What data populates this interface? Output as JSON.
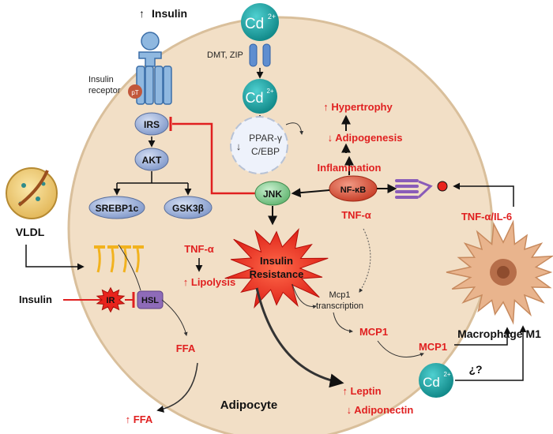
{
  "cd_ion": {
    "symbol": "Cd",
    "charge": "2+"
  },
  "transporters": "DMT, ZIP",
  "insulin": {
    "arrow": "↑",
    "label": "Insulin"
  },
  "insulin_receptor": {
    "line1": "Insulin",
    "line2": "receptor",
    "badge": "pT"
  },
  "nodes": {
    "irs": "IRS",
    "akt": "AKT",
    "srebp": "SREBP1c",
    "gsk": "GSK3β",
    "jnk": "JNK",
    "nfkb": "NF-κB",
    "ir": "IR",
    "hsl": "HSL"
  },
  "ppar": {
    "line1": "PPAR-γ",
    "line2": "C/EBP",
    "arrow": "↓"
  },
  "effects": {
    "hypertrophy": "↑ Hypertrophy",
    "adipogenesis": "↓ Adipogenesis",
    "inflammation": "Inflammation",
    "tnfa": "TNF-α",
    "tnfa_left": "TNF-α",
    "lipolysis": "↑ Lipolysis",
    "ffa": "FFA",
    "ffa_up": "↑ FFA",
    "mcp1_inner": "MCP1",
    "mcp1_outer": "MCP1",
    "tnfa_il6": "TNF-α/IL-6",
    "leptin": "↑ Leptin",
    "adiponectin": "↓ Adiponectin"
  },
  "mcp1_transcription": {
    "line1": "Mcp1",
    "line2": "transcription"
  },
  "insulin_resistance": {
    "line1": "Insulin",
    "line2": "Resistance"
  },
  "labels": {
    "vldl": "VLDL",
    "insulin_left": "Insulin",
    "adipocyte": "Adipocyte",
    "macrophage": "Macrophage  M1",
    "question": "¿?"
  },
  "colors": {
    "cell": "#f2dfc6",
    "cell_border": "#d9bf9b",
    "cd": "#1aa6a6",
    "node_blue": "#9fb3dc",
    "jnk": "#8fcf9a",
    "nfkb": "#e3583e",
    "red_text": "#e02020",
    "burst": "#e8231d",
    "macrophage": "#e9b48d",
    "hsl": "#8e6bb8"
  }
}
